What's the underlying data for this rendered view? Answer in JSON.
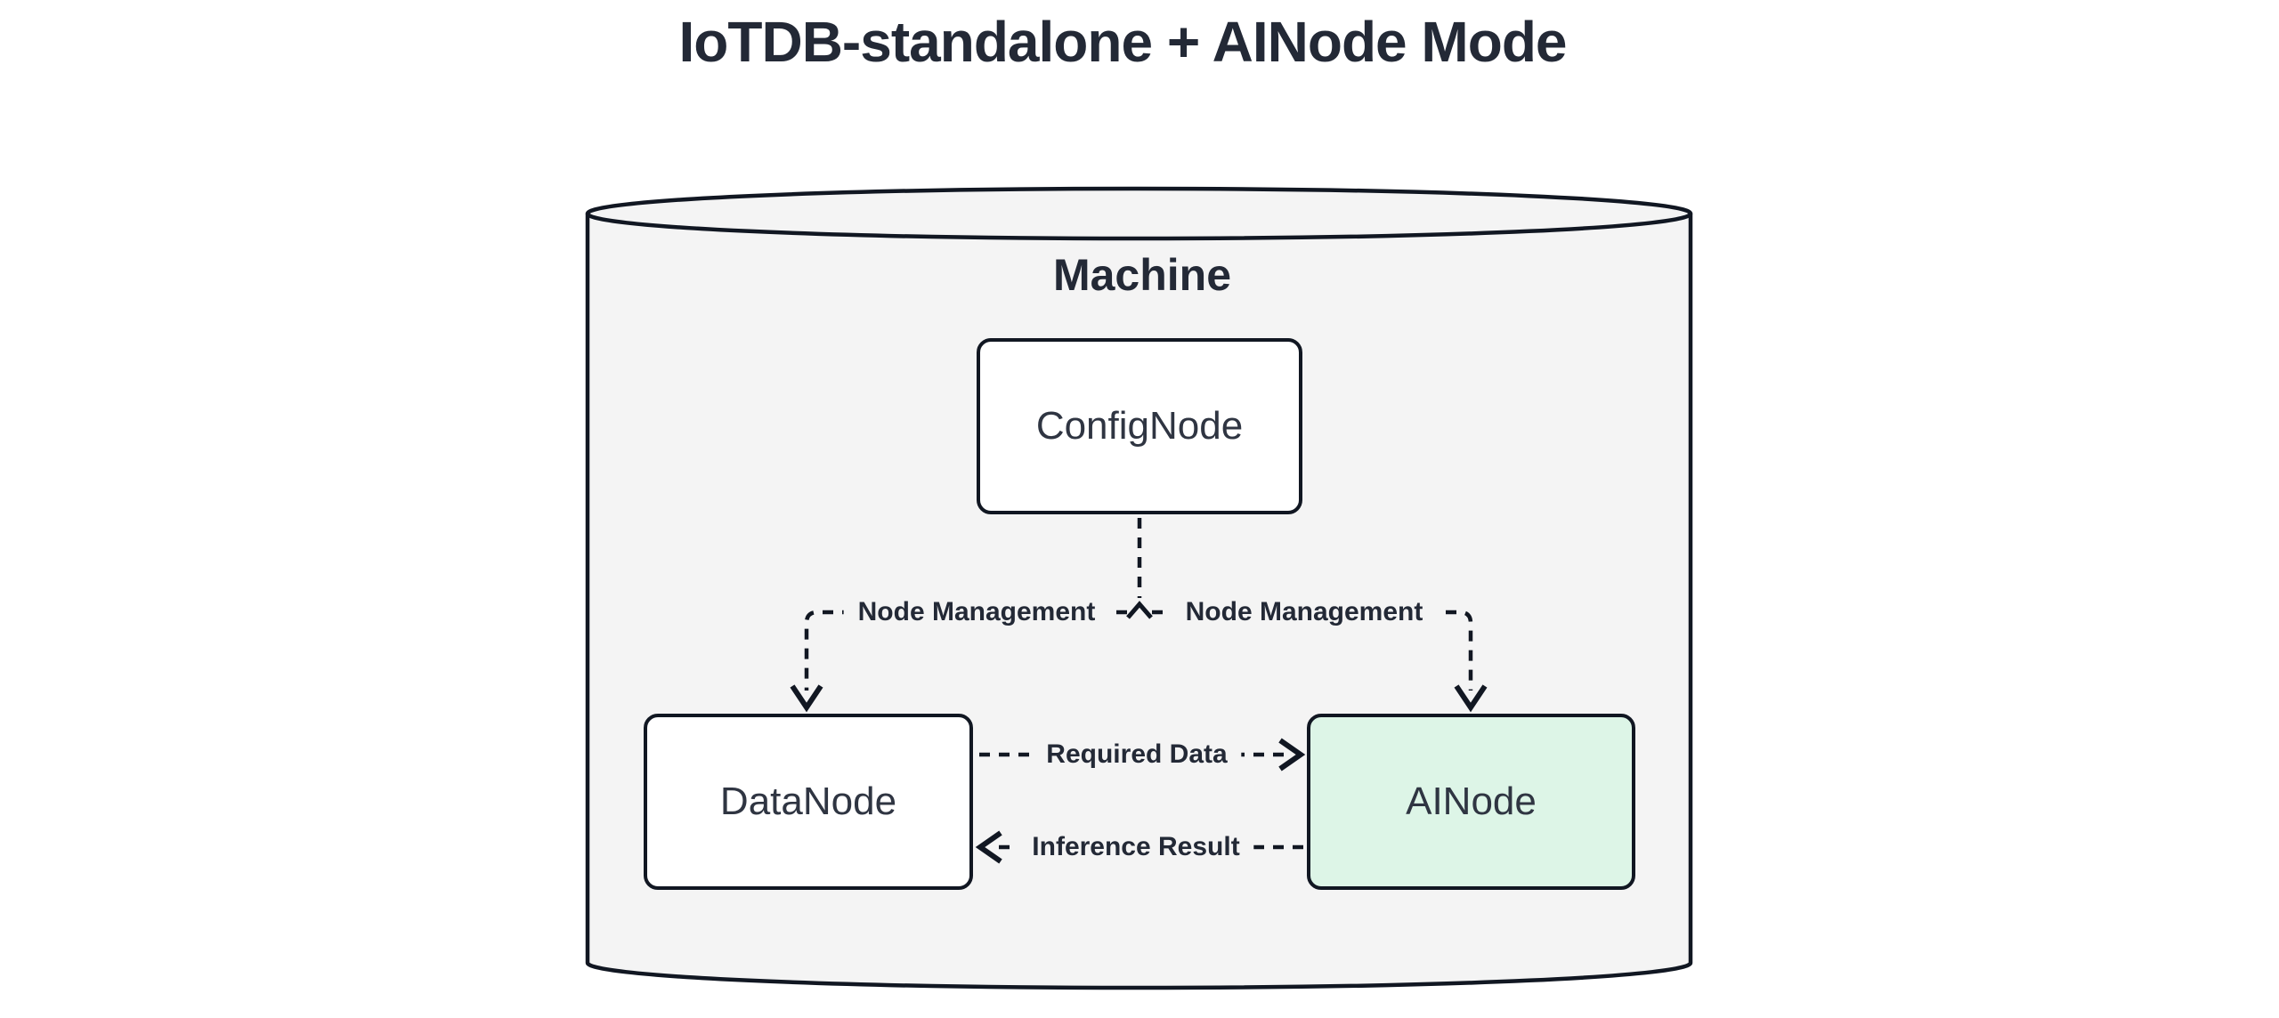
{
  "title": "IoTDB-standalone + AINode Mode",
  "machine": {
    "label": "Machine",
    "shape": "cylinder"
  },
  "nodes": {
    "confignode": {
      "label": "ConfigNode"
    },
    "datanode": {
      "label": "DataNode"
    },
    "ainode": {
      "label": "AINode",
      "highlighted": true
    }
  },
  "edges": {
    "config_to_datanode": {
      "label": "Node Management",
      "from": "ConfigNode",
      "to": "DataNode",
      "style": "dashed"
    },
    "config_to_ainode": {
      "label": "Node Management",
      "from": "ConfigNode",
      "to": "AINode",
      "style": "dashed"
    },
    "required_data": {
      "label": "Required Data",
      "from": "DataNode",
      "to": "AINode",
      "style": "dashed"
    },
    "inference_result": {
      "label": "Inference Result",
      "from": "AINode",
      "to": "DataNode",
      "style": "dashed"
    }
  },
  "colors": {
    "background": "#ffffff",
    "machine_fill": "#f4f4f4",
    "ainode_fill": "#ddf5e7",
    "node_fill": "#ffffff",
    "line": "#111722",
    "title_text": "#232936",
    "node_text": "#2f3542"
  }
}
